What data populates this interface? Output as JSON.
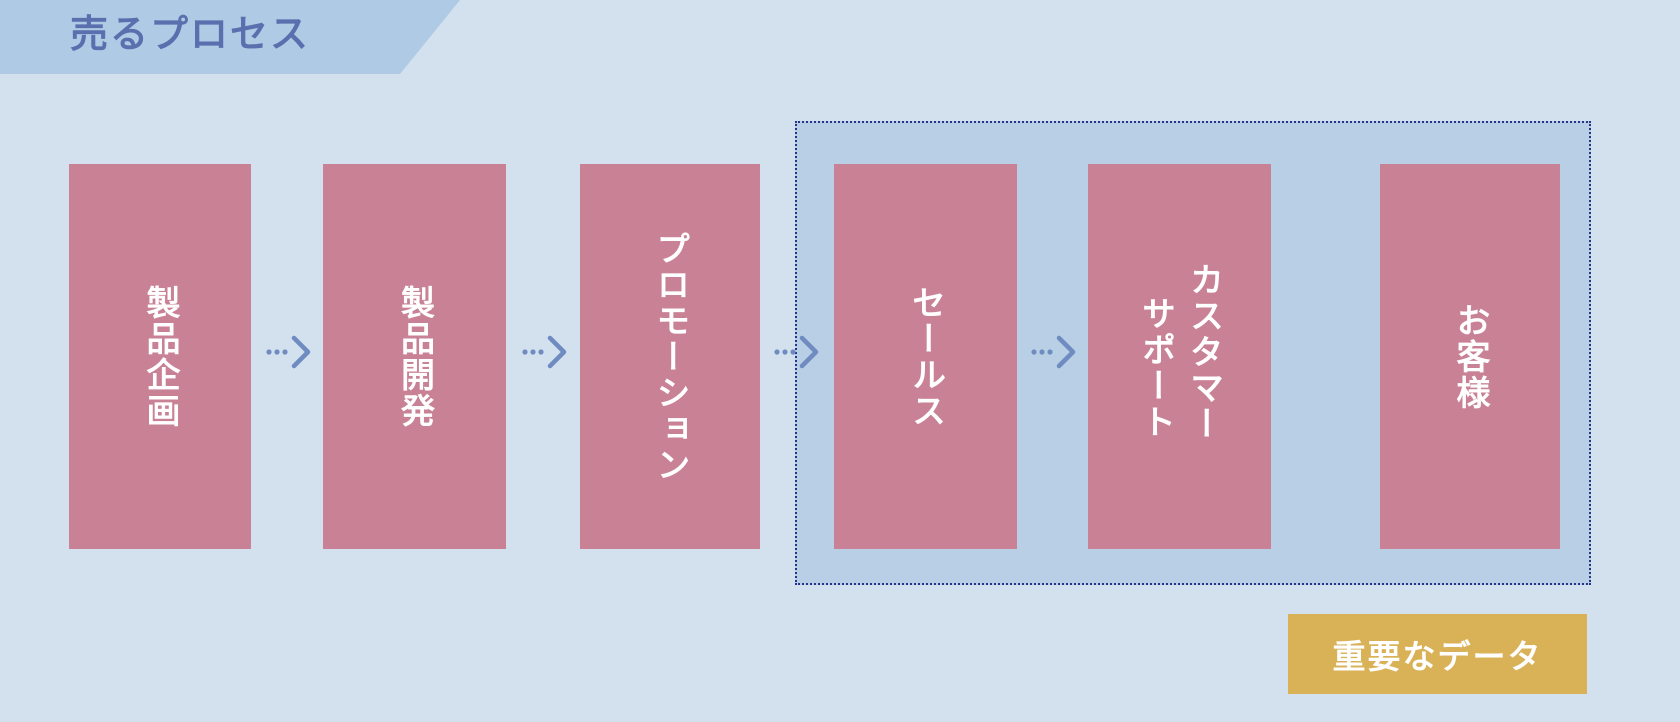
{
  "header": {
    "title": "売るプロセス"
  },
  "steps": [
    {
      "label": "製品企画"
    },
    {
      "label": "製品開発"
    },
    {
      "label": "プロモーション"
    },
    {
      "label": "セールス"
    },
    {
      "label_line1": "カスタマー",
      "label_line2": "サポート"
    },
    {
      "label": "お客様"
    }
  ],
  "badge": {
    "label": "重要なデータ"
  },
  "colors": {
    "background": "#d3e1ee",
    "banner": "#aecae4",
    "title_text": "#5a6fae",
    "step_box": "#c98196",
    "highlight_region": "#b8cfe6",
    "highlight_border": "#24358a",
    "arrow": "#6f8cc0",
    "badge": "#d9b258"
  },
  "icons": {
    "arrow": "dotted-chevron-right-icon"
  }
}
